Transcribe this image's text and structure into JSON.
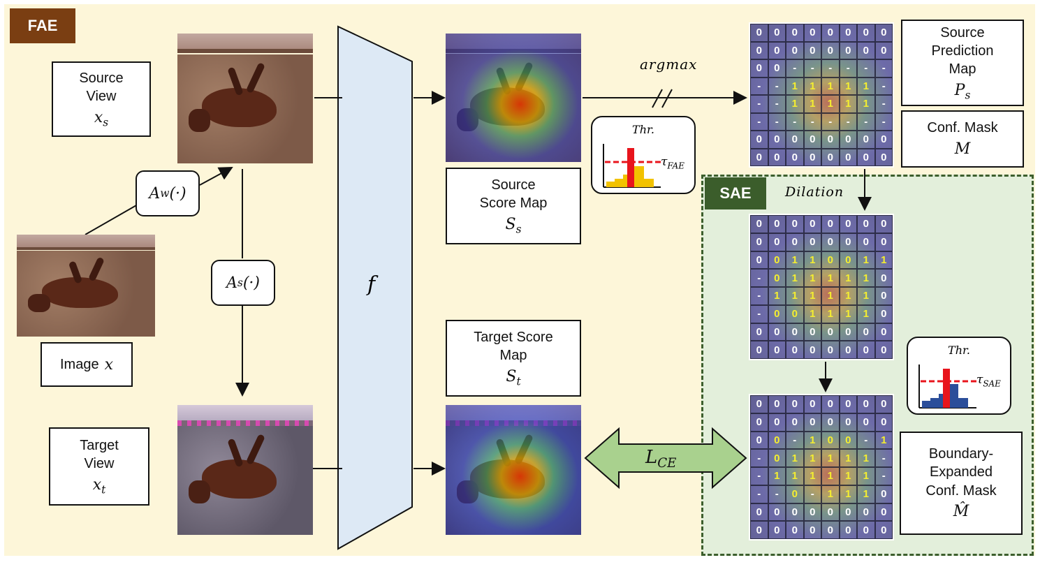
{
  "tags": {
    "fae": "FAE",
    "sae": "SAE"
  },
  "boxes": {
    "source_view": {
      "label": "Source View",
      "symbol": "x_s"
    },
    "target_view": {
      "label": "Target View",
      "symbol": "x_t"
    },
    "image": {
      "label": "Image",
      "symbol": "x"
    },
    "source_score": {
      "label": "Source Score Map",
      "symbol": "S_s"
    },
    "target_score": {
      "label": "Target Score Map",
      "symbol": "S_t"
    },
    "source_pred": {
      "label": "Source Prediction Map",
      "symbol": "P_s"
    },
    "conf_mask": {
      "label": "Conf. Mask",
      "symbol": "M"
    },
    "boundary_mask": {
      "label": "Boundary-Expanded Conf. Mask",
      "symbol": "M̂"
    }
  },
  "ops": {
    "weak_aug": "A_w(·)",
    "strong_aug": "A_s(·)",
    "model": "f",
    "argmax": "argmax",
    "dilation": "Dilation",
    "loss": "L_CE"
  },
  "thresholds": {
    "fae": {
      "title": "Thr.",
      "tau": "τ_FAE",
      "color": "#f2c200"
    },
    "sae": {
      "title": "Thr.",
      "tau": "τ_SAE",
      "color": "#2b4e9a"
    }
  },
  "grids": {
    "source_pred": [
      [
        "0",
        "0",
        "0",
        "0",
        "0",
        "0",
        "0",
        "0"
      ],
      [
        "0",
        "0",
        "0",
        "0",
        "0",
        "0",
        "0",
        "0"
      ],
      [
        "0",
        "0",
        "-",
        "-",
        "-",
        "-",
        "-",
        "-"
      ],
      [
        "-",
        "-",
        "1",
        "1",
        "1",
        "1",
        "1",
        "-"
      ],
      [
        "-",
        "-",
        "1",
        "1",
        "1",
        "1",
        "1",
        "-"
      ],
      [
        "-",
        "-",
        "-",
        "-",
        "-",
        "-",
        "-",
        "-"
      ],
      [
        "0",
        "0",
        "0",
        "0",
        "0",
        "0",
        "0",
        "0"
      ],
      [
        "0",
        "0",
        "0",
        "0",
        "0",
        "0",
        "0",
        "0"
      ]
    ],
    "dilated": [
      [
        "0",
        "0",
        "0",
        "0",
        "0",
        "0",
        "0",
        "0"
      ],
      [
        "0",
        "0",
        "0",
        "0",
        "0",
        "0",
        "0",
        "0"
      ],
      [
        "0",
        "0",
        "1",
        "1",
        "0",
        "0",
        "1",
        "1"
      ],
      [
        "-",
        "0",
        "1",
        "1",
        "1",
        "1",
        "1",
        "0"
      ],
      [
        "-",
        "1",
        "1",
        "1",
        "1",
        "1",
        "1",
        "0"
      ],
      [
        "-",
        "0",
        "0",
        "1",
        "1",
        "1",
        "1",
        "0"
      ],
      [
        "0",
        "0",
        "0",
        "0",
        "0",
        "0",
        "0",
        "0"
      ],
      [
        "0",
        "0",
        "0",
        "0",
        "0",
        "0",
        "0",
        "0"
      ]
    ],
    "boundary": [
      [
        "0",
        "0",
        "0",
        "0",
        "0",
        "0",
        "0",
        "0"
      ],
      [
        "0",
        "0",
        "0",
        "0",
        "0",
        "0",
        "0",
        "0"
      ],
      [
        "0",
        "0",
        "-",
        "1",
        "0",
        "0",
        "-",
        "1"
      ],
      [
        "-",
        "0",
        "1",
        "1",
        "1",
        "1",
        "1",
        "-"
      ],
      [
        "-",
        "1",
        "1",
        "1",
        "1",
        "1",
        "1",
        "-"
      ],
      [
        "-",
        "-",
        "0",
        "-",
        "1",
        "1",
        "1",
        "0"
      ],
      [
        "0",
        "0",
        "0",
        "0",
        "0",
        "0",
        "0",
        "0"
      ],
      [
        "0",
        "0",
        "0",
        "0",
        "0",
        "0",
        "0",
        "0"
      ]
    ]
  },
  "colors": {
    "model_fill": "#dde9f5",
    "lce_arrow": "#a9d18e"
  }
}
